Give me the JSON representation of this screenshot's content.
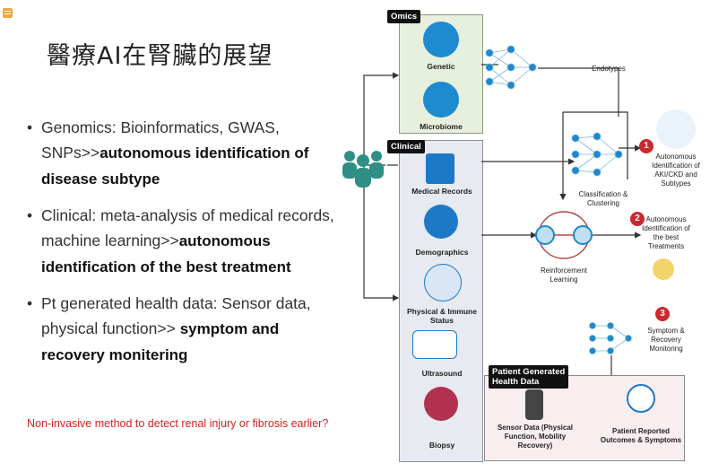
{
  "slide": {
    "title": "醫療AI在腎臟的展望",
    "bullets": [
      {
        "normal": "Genomics: Bioinformatics, GWAS, SNPs>>",
        "bold": "autonomous identification of disease subtype"
      },
      {
        "normal": "Clinical: meta-analysis of medical records, machine learning>>",
        "bold": "autonomous identification of the best treatment"
      },
      {
        "normal": "Pt generated health data: Sensor data, physical function>> ",
        "bold": "symptom and recovery monitering"
      }
    ],
    "question": "Non-invasive method to detect renal injury or fibrosis earlier?"
  },
  "diagram": {
    "omics_tag": "Omics",
    "clinical_tag": "Clinical",
    "patient_tag": "Patient Generated\nHealth Data",
    "omics_items": [
      "Genetic",
      "Microbiome"
    ],
    "clinical_items": [
      "Medical Records",
      "Demographics",
      "Physical & Immune Status",
      "Ultrasound",
      "Biopsy"
    ],
    "patient_items": [
      "Sensor Data (Physical Function, Mobility Recovery)",
      "Patient Reported Outcomes & Symptoms"
    ],
    "endotypes": "Endotypes",
    "classification": "Classification & Clustering",
    "reinforcement": "Reinforcement Learning",
    "outcomes": [
      {
        "num": "1",
        "text": "Autonomous Identification of AKI/CKD and Subtypes"
      },
      {
        "num": "2",
        "text": "Autonomous Identification of the best Treatments"
      },
      {
        "num": "3",
        "text": "Symptom & Recovery Monitoring"
      }
    ],
    "colors": {
      "omics_bg": "#e6f0dd",
      "clinical_bg": "#e7eaf0",
      "patient_bg": "#f8eef0",
      "network": "#1e88c8",
      "badge": "#c9282d",
      "question": "#d42222"
    }
  }
}
